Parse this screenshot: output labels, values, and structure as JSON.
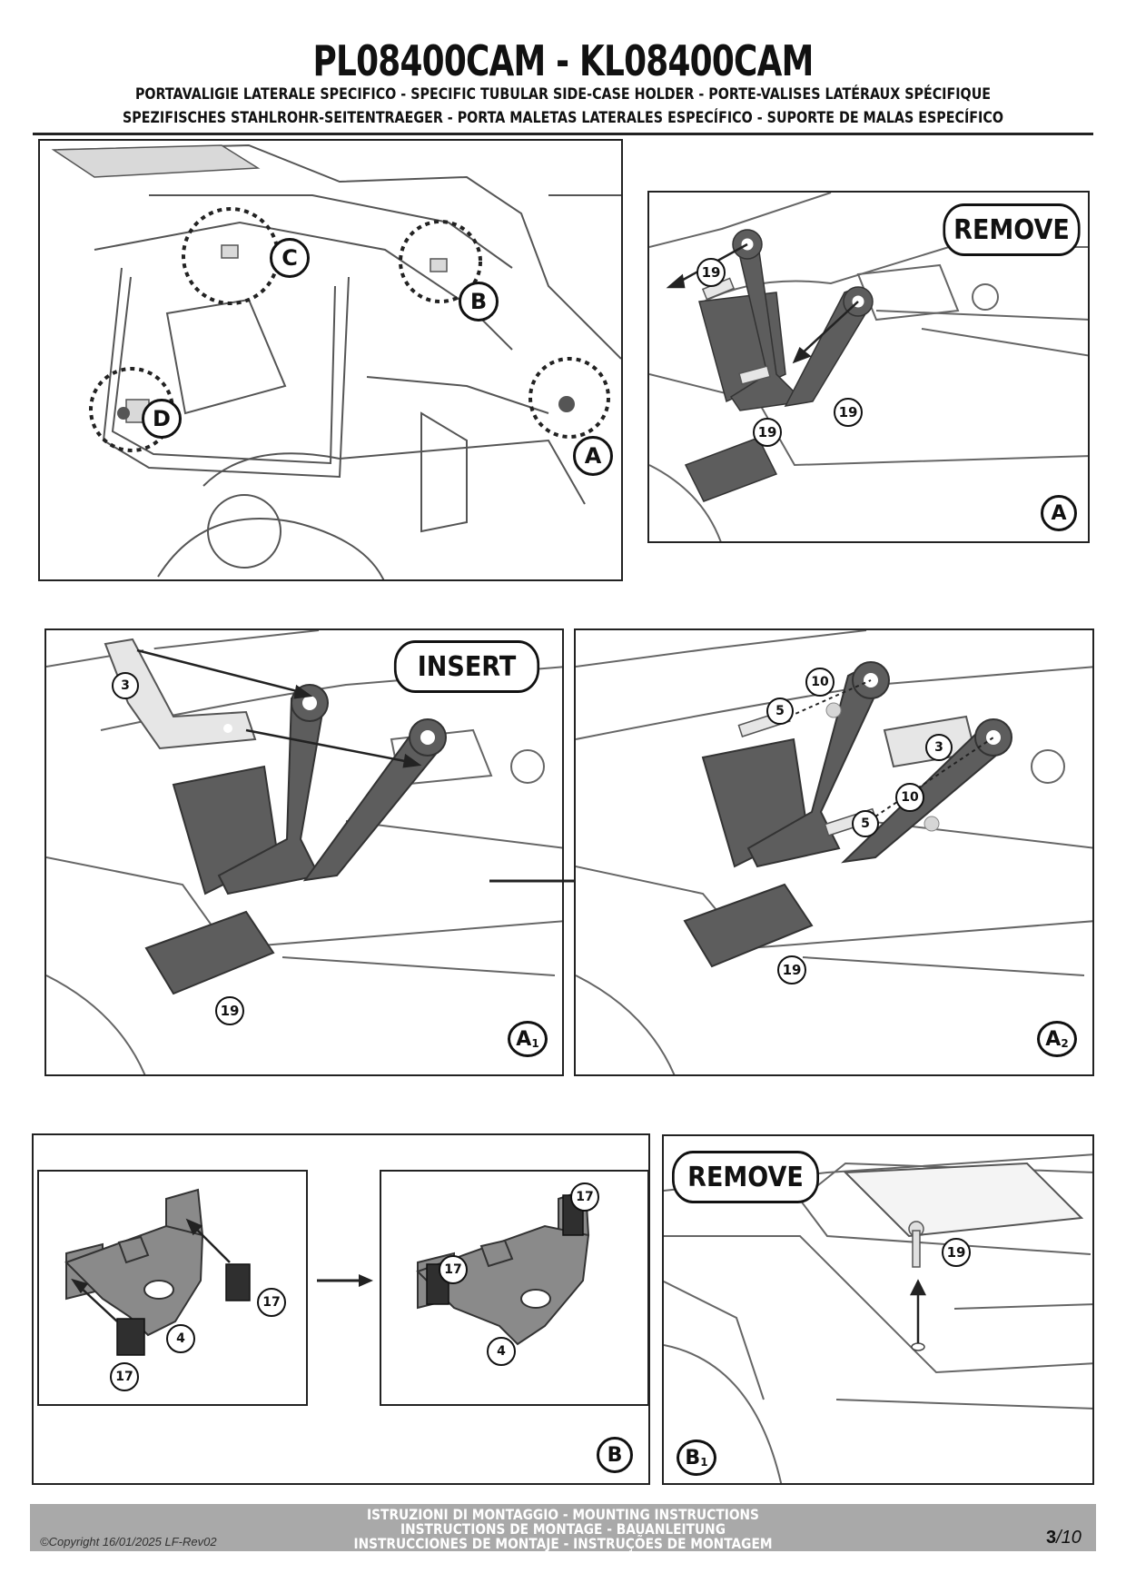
{
  "header": {
    "title": "PL08400CAM - KL08400CAM",
    "subtitle_1": "PORTAVALIGIE LATERALE SPECIFICO  -  SPECIFIC TUBULAR SIDE-CASE HOLDER  - PORTE-VALISES LATÉRAUX SPÉCIFIQUE",
    "subtitle_2": "SPEZIFISCHES STAHLROHR-SEITENTRAEGER - PORTA MALETAS LATERALES ESPECÍFICO - SUPORTE DE MALAS ESPECÍFICO"
  },
  "panel_overview": {
    "markers": [
      "C",
      "B",
      "D",
      "A"
    ]
  },
  "panel_a": {
    "action": "REMOVE",
    "parts": [
      "19",
      "19",
      "19"
    ],
    "marker": "A"
  },
  "panel_a1": {
    "action": "INSERT",
    "parts": [
      "3",
      "19"
    ],
    "marker": "A",
    "marker_sub": "1"
  },
  "panel_a2": {
    "parts": [
      "10",
      "5",
      "3",
      "10",
      "5",
      "19"
    ],
    "marker": "A",
    "marker_sub": "2"
  },
  "panel_b": {
    "parts_left": [
      "4",
      "17",
      "17"
    ],
    "parts_right": [
      "17",
      "17",
      "4"
    ],
    "marker": "B"
  },
  "panel_b1": {
    "action": "REMOVE",
    "parts": [
      "19"
    ],
    "marker": "B",
    "marker_sub": "1"
  },
  "footer": {
    "line_1": "ISTRUZIONI DI MONTAGGIO  -  MOUNTING INSTRUCTIONS",
    "line_2": "INSTRUCTIONS DE MONTAGE - BAUANLEITUNG",
    "line_3": "INSTRUCCIONES DE MONTAJE - INSTRUÇÕES DE MONTAGEM",
    "copyright": "©Copyright 16/01/2025 LF-Rev02",
    "page_current": "3",
    "page_total": "/10"
  },
  "colors": {
    "part_dark": "#5d5d5d",
    "sketch_line": "#444444",
    "band": "#a9a9a9"
  }
}
